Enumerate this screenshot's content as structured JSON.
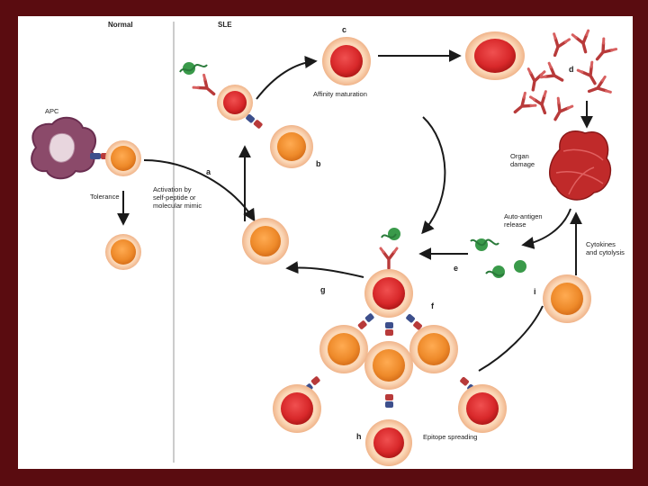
{
  "panels": {
    "normal": "Normal",
    "sle": "SLE"
  },
  "labels": {
    "apc": "APC",
    "tolerance": "Tolerance",
    "activation": [
      "Activation by",
      "self-peptide or",
      "molecular mimic"
    ],
    "affinity": "Affinity maturation",
    "organ": [
      "Organ",
      "damage"
    ],
    "autoantigen": [
      "Auto-antigen",
      "release"
    ],
    "cytokines": [
      "Cytokines",
      "and cytolysis"
    ],
    "epitope": "Epitope spreading"
  },
  "letters": {
    "a": "a",
    "b": "b",
    "c": "c",
    "d": "d",
    "e": "e",
    "f": "f",
    "g": "g",
    "h": "h",
    "i": "i"
  },
  "colors": {
    "frame": "#5a0c10",
    "red_cell": "#d8282a",
    "orange_cell": "#ee8a2a",
    "cell_rim": "#f4c39a",
    "apc": "#8b4a6a",
    "antibody": "#b83a3a",
    "receptor_blue": "#3d4f8c",
    "antigen_green": "#3a9a4a",
    "kidney": "#c02a2a"
  }
}
